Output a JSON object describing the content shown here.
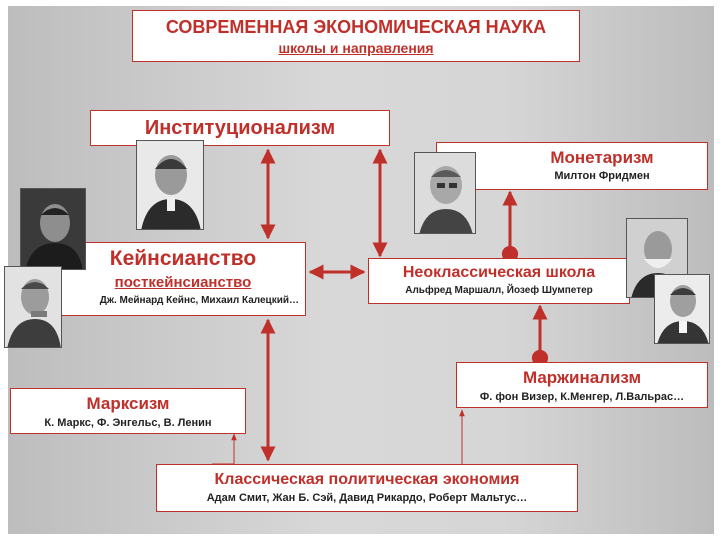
{
  "title": {
    "main": "СОВРЕМЕННАЯ ЭКОНОМИЧЕСКАЯ НАУКА",
    "subtitle": "школы и направления"
  },
  "institutionalism": {
    "label": "Институционализм"
  },
  "keynesianism": {
    "label": "Кейнсианство",
    "sublabel": "посткейнсианство",
    "people": "Дж. Мейнард Кейнс, Михаил Калецкий…"
  },
  "monetarism": {
    "label": "Монетаризм",
    "people": "Милтон Фридмен"
  },
  "neoclassical": {
    "label": "Неоклассическая школа",
    "people": "Альфред Маршалл, Йозеф Шумпетер"
  },
  "marxism": {
    "label": "Марксизм",
    "people": "К. Маркс, Ф. Энгельс, В. Ленин"
  },
  "marginalism": {
    "label": "Маржинализм",
    "people": "Ф. фон Визер, К.Менгер, Л.Вальрас…"
  },
  "classical": {
    "label": "Классическая политическая экономия",
    "people": "Адам Смит, Жан Б. Сэй, Давид Рикардо, Роберт Мальтус…"
  },
  "colors": {
    "accent": "#c0302b",
    "text_dark": "#222222"
  }
}
